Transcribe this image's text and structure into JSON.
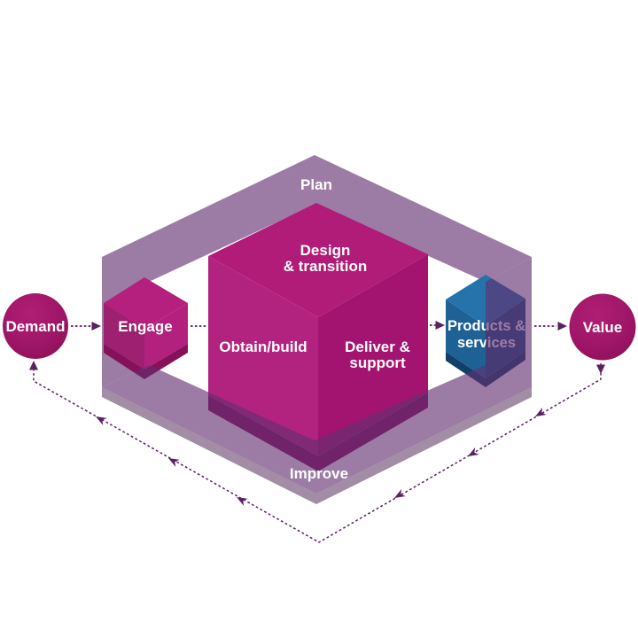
{
  "nodes": {
    "demand": "Demand",
    "engage": "Engage",
    "design_transition": [
      "Design",
      "& transition"
    ],
    "obtain_build": "Obtain/build",
    "deliver_support": [
      "Deliver &",
      "support"
    ],
    "products_services": [
      "Products &",
      "services"
    ],
    "value": "Value"
  },
  "loop": {
    "plan": "Plan",
    "improve": "Improve"
  },
  "colors": {
    "ring": "#622f70",
    "ring_depth": "#451a4e",
    "cube_top": "#b01c78",
    "cube_left": "#b22380",
    "cube_right": "#a31471",
    "cube_strip": "#8a0f60",
    "engage_top": "#b51f7d",
    "engage_left": "#9d2071",
    "engage_right": "#b2217e",
    "engage_strip": "#851259",
    "blue_top": "#2673ac",
    "blue_left": "#1e6195",
    "blue_right": "#164f7e",
    "blue_strip": "#123f66",
    "circle_hi": "#b01f74",
    "circle_mid": "#9d1566",
    "circle_lo": "#871052",
    "dash": "#5a2060",
    "label_text": "#ffffff"
  }
}
